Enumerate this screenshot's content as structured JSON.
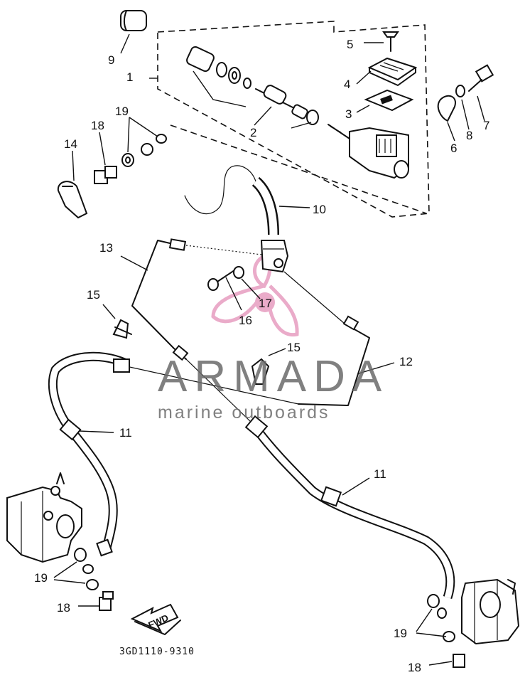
{
  "diagram": {
    "code": "3GD1110-9310",
    "fwd_label": "FWD",
    "watermark": {
      "name": "ARMADA",
      "tagline": "marine outboards",
      "colors": {
        "text": "#6a6a6a",
        "logo": "#e8a3c4"
      }
    },
    "callouts": {
      "c1": "1",
      "c2": "2",
      "c3": "3",
      "c4": "4",
      "c5": "5",
      "c6": "6",
      "c7": "7",
      "c8": "8",
      "c9": "9",
      "c10": "10",
      "c11a": "11",
      "c11b": "11",
      "c12": "12",
      "c13": "13",
      "c14": "14",
      "c15a": "15",
      "c15b": "15",
      "c16": "16",
      "c17": "17",
      "c18a": "18",
      "c18b": "18",
      "c18c": "18",
      "c19a": "19",
      "c19b": "19",
      "c19c": "19"
    }
  }
}
